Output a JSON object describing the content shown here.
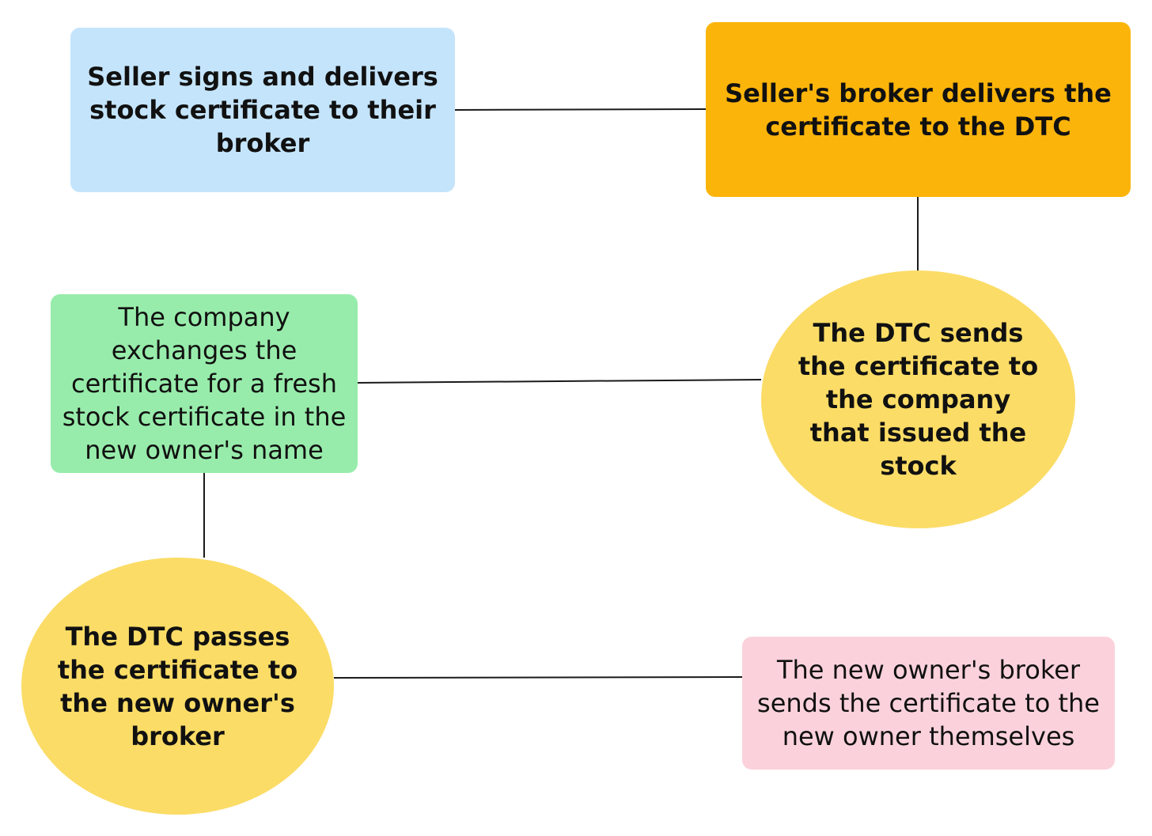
{
  "diagram": {
    "steps": [
      {
        "id": "n1",
        "shape": "rounded-rect",
        "color": "#c4e4fb",
        "text": "Seller signs and delivers stock certificate to their broker"
      },
      {
        "id": "n2",
        "shape": "rounded-rect",
        "color": "#fbb40a",
        "text": "Seller's broker delivers the certificate to the DTC"
      },
      {
        "id": "n3",
        "shape": "ellipse",
        "color": "#fbdc66",
        "text": "The DTC sends the certificate to the company that issued the stock"
      },
      {
        "id": "n4",
        "shape": "rounded-rect",
        "color": "#98ecab",
        "text": "The company exchanges the certificate for a fresh stock certificate in the new owner's name"
      },
      {
        "id": "n5",
        "shape": "ellipse",
        "color": "#fbdc66",
        "text": "The DTC passes the certificate to the new owner's broker"
      },
      {
        "id": "n6",
        "shape": "rounded-rect",
        "color": "#fbd2dc",
        "text": "The new owner's broker sends the certificate to the new owner themselves"
      }
    ],
    "connections": [
      {
        "from": "n1",
        "to": "n2"
      },
      {
        "from": "n2",
        "to": "n3"
      },
      {
        "from": "n3",
        "to": "n4"
      },
      {
        "from": "n4",
        "to": "n5"
      },
      {
        "from": "n5",
        "to": "n6"
      }
    ],
    "line_color": "#1a1a1a"
  }
}
